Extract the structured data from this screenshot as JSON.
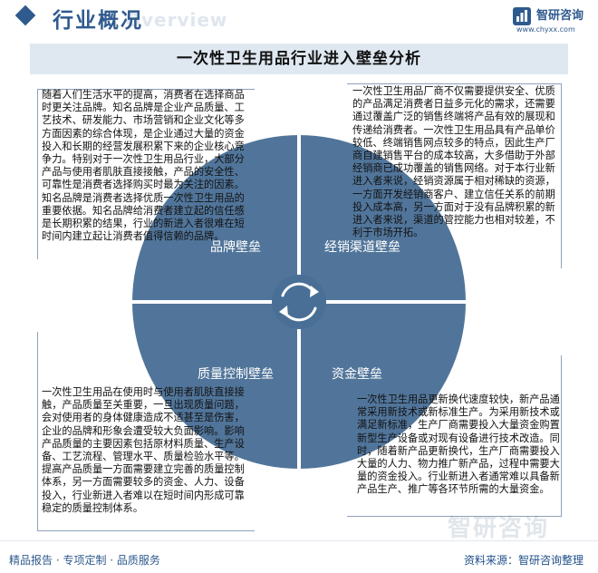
{
  "header": {
    "title": "行业概况",
    "ghost": "Overview",
    "logo_name": "智研咨询",
    "logo_url": "www.chyxx.com"
  },
  "main_title": "一次性卫生用品行业进入壁垒分析",
  "quadrants": {
    "brand": {
      "label": "品牌壁垒",
      "text": "随着人们生活水平的提高，消费者在选择商品时更关注品牌。知名品牌是企业产品质量、工艺技术、研发能力、市场营销和企业文化等多方面因素的综合体现，是企业通过大量的资金投入和长期的经营发展积累下来的企业核心竞争力。特别对于一次性卫生用品行业，大部分产品与使用者肌肤直接接触，产品的安全性、可靠性是消费者选择购买时最为关注的因素。知名品牌是消费者选择优质一次性卫生用品的重要依据。知名品牌给消费者建立起的信任感是长期积累的结果，行业的新进入者很难在短时间内建立起让消费者值得信赖的品牌。"
    },
    "channel": {
      "label": "经销渠道壁垒",
      "text": "一次性卫生用品厂商不仅需要提供安全、优质的产品满足消费者日益多元化的需求，还需要通过覆盖广泛的销售终端将产品有效的展现和传递给消费者。一次性卫生用品具有产品单价较低、终端销售网点较多的特点，因此生产厂商自建销售平台的成本较高，大多借助于外部经销商已成功覆盖的销售网络。对于本行业新进入者来说，经销资源属于相对稀缺的资源，一方面开发经销商客户、建立信任关系的前期投入成本高，另一方面对于没有品牌积累的新进入者来说，渠道的管控能力也相对较差，不利于市场开拓。"
    },
    "quality": {
      "label": "质量控制壁垒",
      "text": "一次性卫生用品在使用时与使用者肌肤直接接触，产品质量至关重要，一旦出现质量问题，会对使用者的身体健康造成不适甚至是伤害，企业的品牌和形象会遭受较大负面影响。影响产品质量的主要因素包括原材料质量、生产设备、工艺流程、管理水平、质量检验水平等。提高产品质量一方面需要建立完善的质量控制体系，另一方面需要较多的资金、人力、设备投入，行业新进入者难以在短时间内形成可靠稳定的质量控制体系。"
    },
    "capital": {
      "label": "资金壁垒",
      "text": "一次性卫生用品更新换代速度较快，新产品通常采用新技术或新标准生产。为采用新技术或满足新标准，生产厂商需要投入大量资金购置新型生产设备或对现有设备进行技术改造。同时，随着新产品更新换代，生产厂商需要投入大量的人力、物力推广新产品，过程中需要大量的资金投入。行业新进入者通常难以具备新产品生产、推广等各环节所需的大量资金。"
    }
  },
  "watermark": "智研咨询",
  "footer": {
    "left": "精品报告 · 专项定制 · 品质服务",
    "right": "资料来源：智研咨询整理"
  },
  "colors": {
    "accent": "#2f5a8e",
    "circle": "#4a6f96",
    "band": "#dfe8f1"
  }
}
